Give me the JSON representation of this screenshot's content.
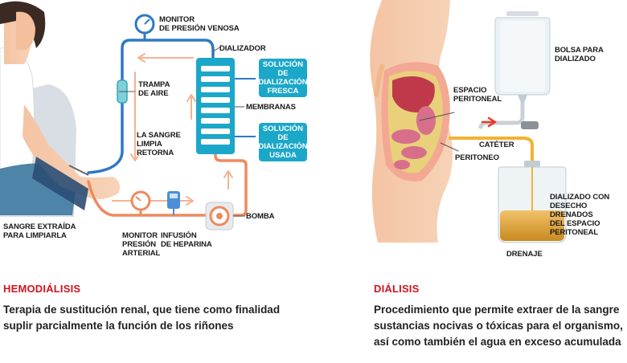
{
  "hemodialisis": {
    "labels": {
      "monitor_venosa": "MONITOR\nDE PRESIÓN VENOSA",
      "dializador": "DIALIZADOR",
      "trampa": "TRAMPA\nDE AIRE",
      "sangre_limpia": "LA SANGRE\nLIMPIA\nRETORNA",
      "membranas": "MEMBRANAS",
      "bomba": "BOMBA",
      "sangre_extraida": "SANGRE EXTRAÍDA\nPARA LIMPIARLA",
      "monitor_arterial": "MONITOR\nPRESIÓN\nARTERIAL",
      "infusion": "INFUSIÓN\nDE HEPARINA"
    },
    "solucion_fresca": "SOLUCIÓN DE\nDIALIZACIÓN\nFRESCA",
    "solucion_usada": "SOLUCIÓN DE\nDIALIZACIÓN\nUSADA",
    "title": "HEMODIÁLISIS",
    "description": "Terapia de sustitución renal, que tiene como finalidad suplir parcialmente la función de los riñones"
  },
  "dialisis": {
    "labels": {
      "espacio": "ESPACIO\nPERITONEAL",
      "cateter": "CATÉTER",
      "peritoneo": "PERITONEO",
      "bolsa": "BOLSA PARA\nDIALIZADO",
      "dializado_desecho": "DIALIZADO CON\nDESECHO DRENADOS\nDEL ESPACIO\nPERITONEAL",
      "drenaje": "DRENAJE"
    },
    "title": "DIÁLISIS",
    "description": "Procedimiento  que permite extraer de la sangre sustancias nocivas o tóxicas para el organismo, así como también el agua en exceso acumulada"
  },
  "colors": {
    "blue_line": "#2f78c4",
    "orange_line": "#ee8a5e",
    "teal_box": "#1ba7c9",
    "red_title": "#d1141e"
  }
}
